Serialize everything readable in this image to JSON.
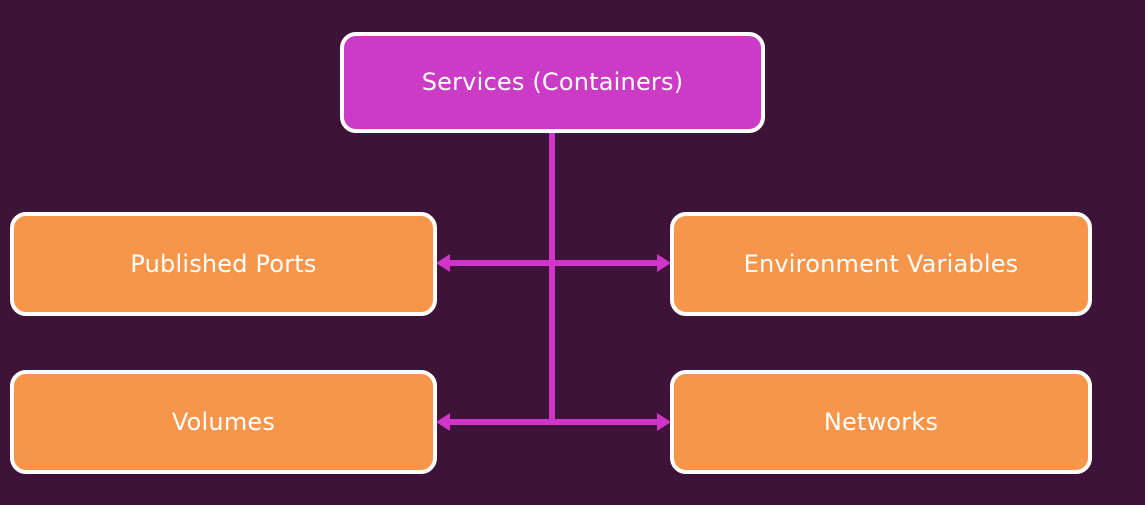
{
  "diagram": {
    "type": "hierarchy",
    "background_color": "#3E1338",
    "root": {
      "label": "Services (Containers)",
      "fill_color": "#CC3BC6",
      "border_color": "#FFFFFF",
      "text_color": "#FFFFFF"
    },
    "leaves": [
      {
        "id": "published-ports",
        "label": "Published Ports",
        "fill_color": "#F7964A",
        "border_color": "#FFFFFF",
        "text_color": "#FFFFFF",
        "position": "top-left"
      },
      {
        "id": "environment-variables",
        "label": "Environment Variables",
        "fill_color": "#F7964A",
        "border_color": "#FFFFFF",
        "text_color": "#FFFFFF",
        "position": "top-right"
      },
      {
        "id": "volumes",
        "label": "Volumes",
        "fill_color": "#F7964A",
        "border_color": "#FFFFFF",
        "text_color": "#FFFFFF",
        "position": "bottom-left"
      },
      {
        "id": "networks",
        "label": "Networks",
        "fill_color": "#F7964A",
        "border_color": "#FFFFFF",
        "text_color": "#FFFFFF",
        "position": "bottom-right"
      }
    ],
    "connectors": {
      "color": "#CE35C8",
      "vertical_stem": {
        "from": "Services (Containers)",
        "to": "bottom-row"
      },
      "horizontal_links": [
        {
          "id": "link-top",
          "left_target": "Published Ports",
          "right_target": "Environment Variables",
          "arrow_style": "double-headed"
        },
        {
          "id": "link-bottom",
          "left_target": "Volumes",
          "right_target": "Networks",
          "arrow_style": "double-headed"
        }
      ]
    }
  }
}
